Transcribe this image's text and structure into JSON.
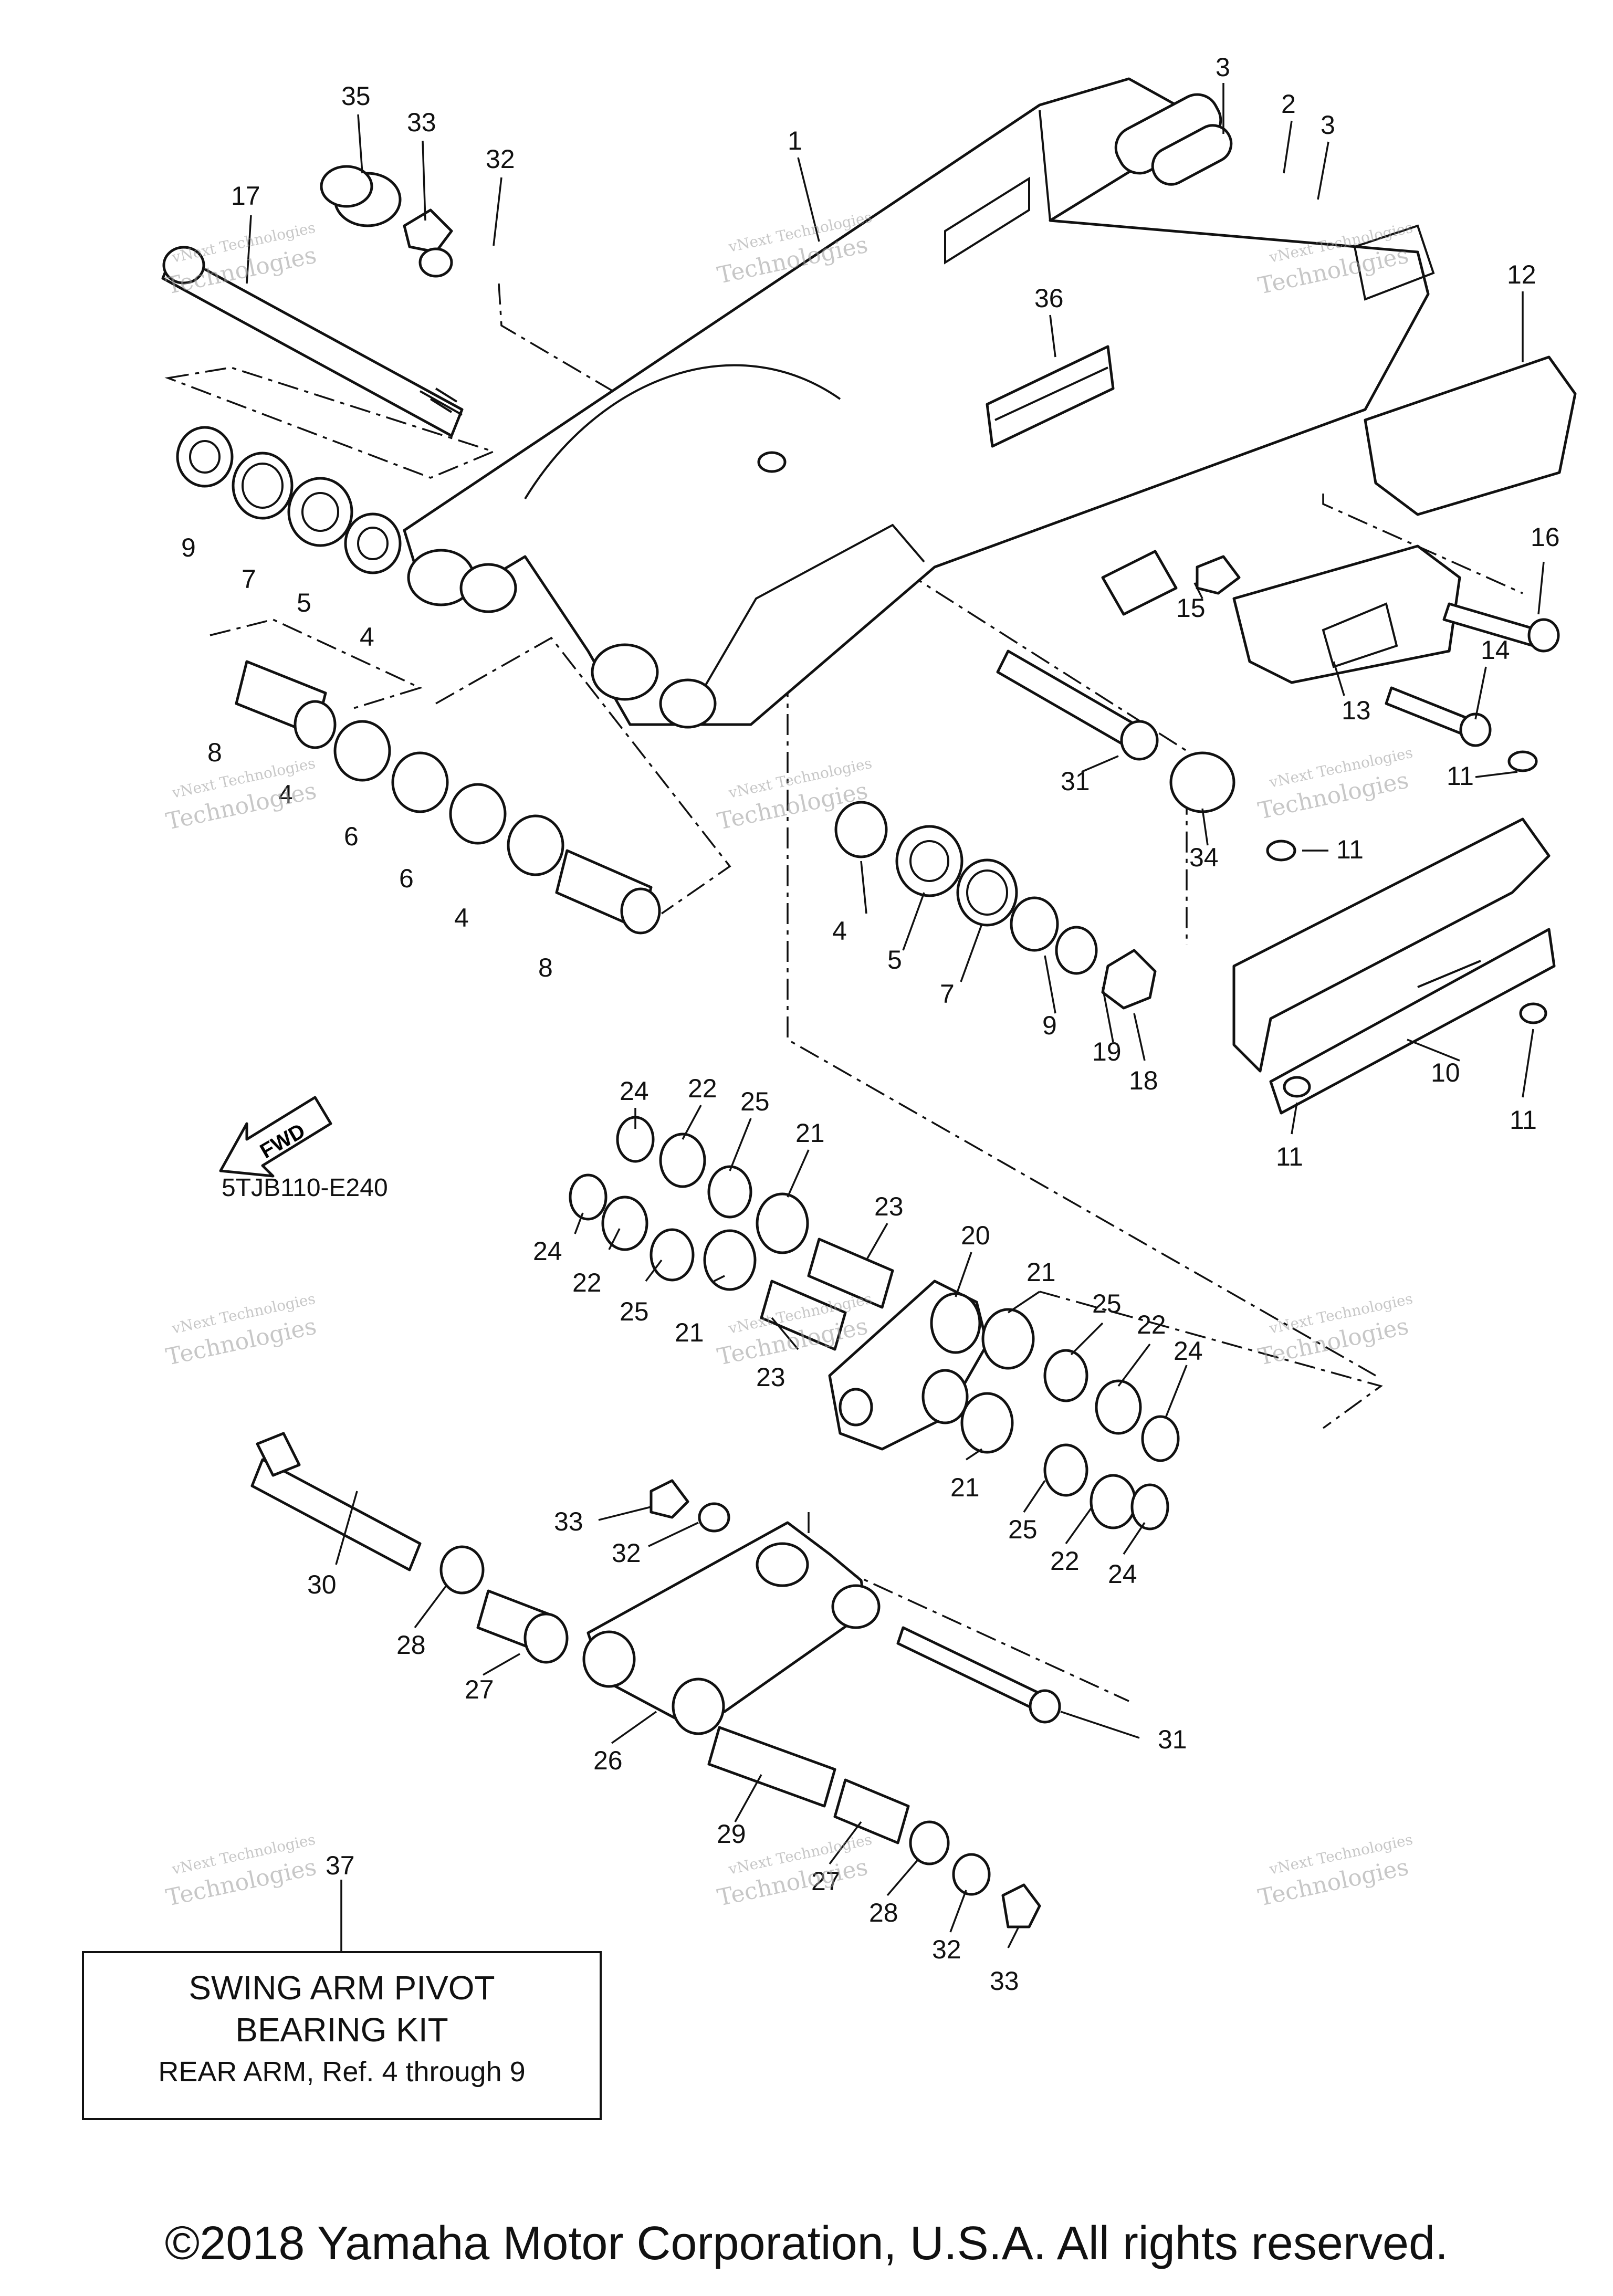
{
  "diagram_code": "5TJB110-E240",
  "direction_label": "FWD",
  "kit_box": {
    "line1": "SWING ARM PIVOT",
    "line2": "BEARING KIT",
    "line3": "REAR ARM, Ref. 4 through 9"
  },
  "copyright": "©2018 Yamaha Motor Corporation, U.S.A. All rights reserved.",
  "watermark": {
    "line1": "vNext Technologies",
    "line2": "Technologies"
  },
  "callouts": [
    {
      "id": "c35",
      "text": "35"
    },
    {
      "id": "c33a",
      "text": "33"
    },
    {
      "id": "c32a",
      "text": "32"
    },
    {
      "id": "c17",
      "text": "17"
    },
    {
      "id": "c1",
      "text": "1"
    },
    {
      "id": "c3a",
      "text": "3"
    },
    {
      "id": "c2",
      "text": "2"
    },
    {
      "id": "c3b",
      "text": "3"
    },
    {
      "id": "c36",
      "text": "36"
    },
    {
      "id": "c12",
      "text": "12"
    },
    {
      "id": "c16",
      "text": "16"
    },
    {
      "id": "c15",
      "text": "15"
    },
    {
      "id": "c14",
      "text": "14"
    },
    {
      "id": "c13",
      "text": "13"
    },
    {
      "id": "c9a",
      "text": "9"
    },
    {
      "id": "c7a",
      "text": "7"
    },
    {
      "id": "c5a",
      "text": "5"
    },
    {
      "id": "c4a",
      "text": "4"
    },
    {
      "id": "c8a",
      "text": "8"
    },
    {
      "id": "c4b",
      "text": "4"
    },
    {
      "id": "c6a",
      "text": "6"
    },
    {
      "id": "c6b",
      "text": "6"
    },
    {
      "id": "c4c",
      "text": "4"
    },
    {
      "id": "c8b",
      "text": "8"
    },
    {
      "id": "c31a",
      "text": "31"
    },
    {
      "id": "c34",
      "text": "34"
    },
    {
      "id": "c11a",
      "text": "11"
    },
    {
      "id": "c11b",
      "text": "11"
    },
    {
      "id": "c4d",
      "text": "4"
    },
    {
      "id": "c5b",
      "text": "5"
    },
    {
      "id": "c7b",
      "text": "7"
    },
    {
      "id": "c9b",
      "text": "9"
    },
    {
      "id": "c19",
      "text": "19"
    },
    {
      "id": "c18",
      "text": "18"
    },
    {
      "id": "c10",
      "text": "10"
    },
    {
      "id": "c11c",
      "text": "11"
    },
    {
      "id": "c11d",
      "text": "11"
    },
    {
      "id": "c24a",
      "text": "24"
    },
    {
      "id": "c22a",
      "text": "22"
    },
    {
      "id": "c25a",
      "text": "25"
    },
    {
      "id": "c21a",
      "text": "21"
    },
    {
      "id": "c23a",
      "text": "23"
    },
    {
      "id": "c20",
      "text": "20"
    },
    {
      "id": "c24b",
      "text": "24"
    },
    {
      "id": "c22b",
      "text": "22"
    },
    {
      "id": "c25b",
      "text": "25"
    },
    {
      "id": "c21b",
      "text": "21"
    },
    {
      "id": "c23b",
      "text": "23"
    },
    {
      "id": "c21c",
      "text": "21"
    },
    {
      "id": "c25c",
      "text": "25"
    },
    {
      "id": "c22c",
      "text": "22"
    },
    {
      "id": "c24c",
      "text": "24"
    },
    {
      "id": "c21d",
      "text": "21"
    },
    {
      "id": "c25d",
      "text": "25"
    },
    {
      "id": "c22d",
      "text": "22"
    },
    {
      "id": "c24d",
      "text": "24"
    },
    {
      "id": "c30",
      "text": "30"
    },
    {
      "id": "c33b",
      "text": "33"
    },
    {
      "id": "c32b",
      "text": "32"
    },
    {
      "id": "c28a",
      "text": "28"
    },
    {
      "id": "c27a",
      "text": "27"
    },
    {
      "id": "c26",
      "text": "26"
    },
    {
      "id": "c31b",
      "text": "31"
    },
    {
      "id": "c29",
      "text": "29"
    },
    {
      "id": "c27b",
      "text": "27"
    },
    {
      "id": "c28b",
      "text": "28"
    },
    {
      "id": "c32c",
      "text": "32"
    },
    {
      "id": "c33c",
      "text": "33"
    },
    {
      "id": "c37",
      "text": "37"
    }
  ]
}
